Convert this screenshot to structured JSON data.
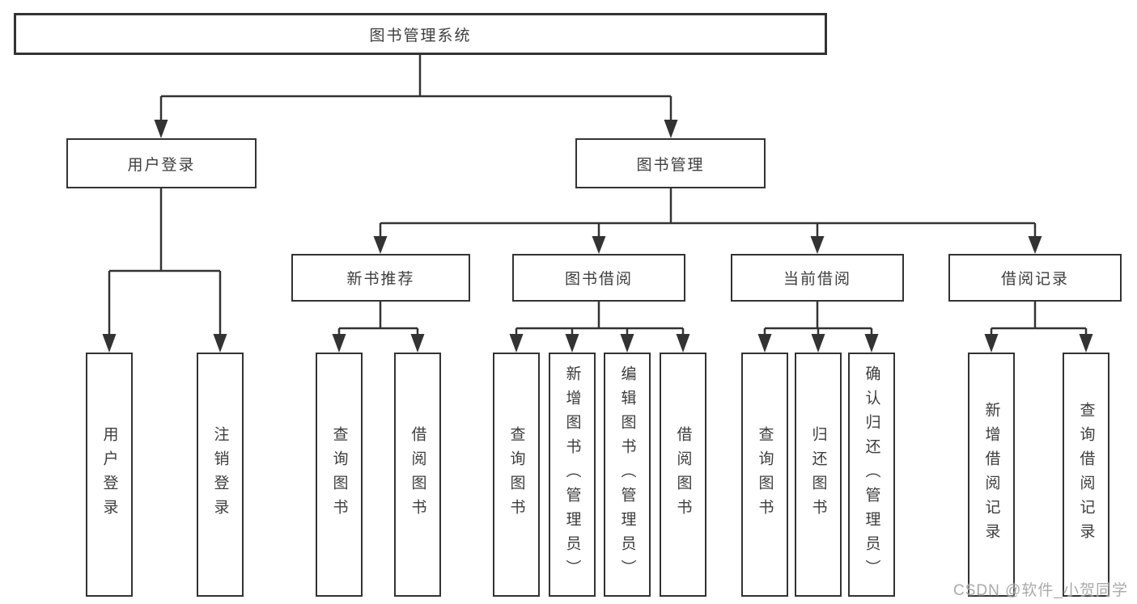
{
  "diagram": {
    "type": "hierarchy-tree",
    "colors": {
      "line": "#333333",
      "box_border": "#333333",
      "text": "#3d3d3d",
      "background": "#ffffff",
      "watermark": "#9b9b9b"
    },
    "nodes": {
      "root": {
        "label": "图书管理系统"
      },
      "level2": [
        {
          "label": "用户登录"
        },
        {
          "label": "图书管理"
        }
      ],
      "level3": [
        {
          "label": "新书推荐",
          "parent": "图书管理"
        },
        {
          "label": "图书借阅",
          "parent": "图书管理"
        },
        {
          "label": "当前借阅",
          "parent": "图书管理"
        },
        {
          "label": "借阅记录",
          "parent": "图书管理"
        }
      ],
      "leaves": [
        {
          "label": "用户登录",
          "parent": "用户登录"
        },
        {
          "label": "注销登录",
          "parent": "用户登录"
        },
        {
          "label": "查询图书",
          "parent": "新书推荐"
        },
        {
          "label": "借阅图书",
          "parent": "新书推荐"
        },
        {
          "label": "查询图书",
          "parent": "图书借阅"
        },
        {
          "label": "新增图书（管理员）",
          "parent": "图书借阅"
        },
        {
          "label": "编辑图书（管理员）",
          "parent": "图书借阅"
        },
        {
          "label": "借阅图书",
          "parent": "图书借阅"
        },
        {
          "label": "查询图书",
          "parent": "当前借阅"
        },
        {
          "label": "归还图书",
          "parent": "当前借阅"
        },
        {
          "label": "确认归还（管理员）",
          "parent": "当前借阅"
        },
        {
          "label": "新增借阅记录",
          "parent": "借阅记录"
        },
        {
          "label": "查询借阅记录",
          "parent": "借阅记录"
        }
      ]
    },
    "watermark": {
      "text": "CSDN @软件_小贺同学"
    }
  }
}
